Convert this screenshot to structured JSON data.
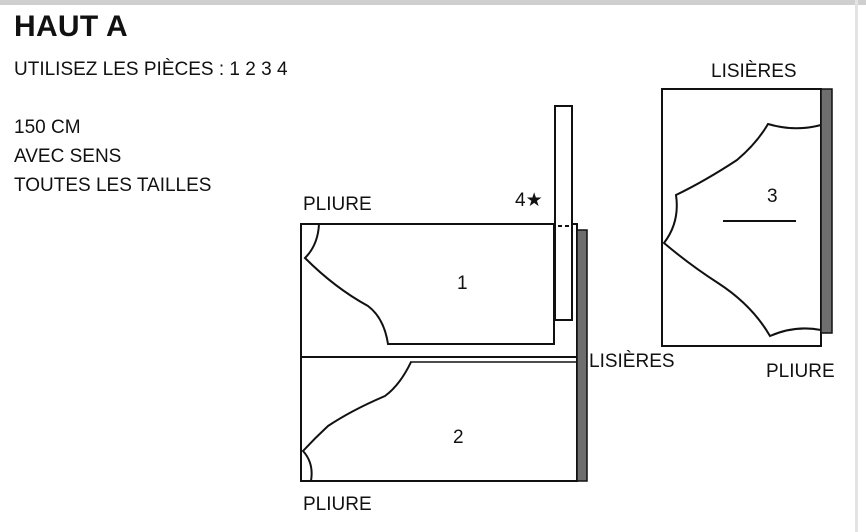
{
  "title": "HAUT A",
  "subtitle": "UTILISEZ LES PIÈCES : 1 2 3 4",
  "specs": [
    "150 CM",
    "AVEC SENS",
    "TOUTES LES TAILLES"
  ],
  "layout_left": {
    "label_fold_top": "PLIURE",
    "label_fold_bottom": "PLIURE",
    "label_selvage": "LISIÈRES",
    "piece_4_label": "4★",
    "piece_1_label": "1",
    "piece_2_label": "2"
  },
  "layout_right": {
    "label_selvage": "LISIÈRES",
    "label_fold": "PLIURE",
    "piece_3_label": "3"
  },
  "colors": {
    "line": "#111111",
    "selvage": "#6e6e6e"
  }
}
